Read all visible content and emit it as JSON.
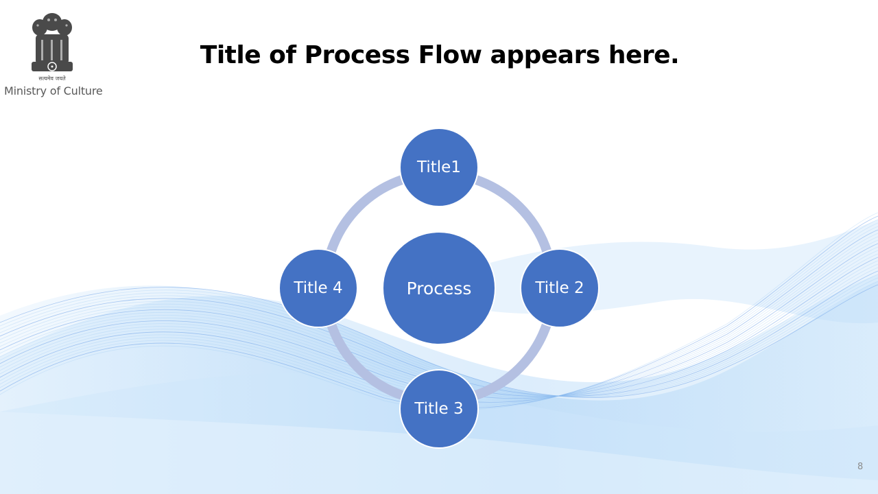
{
  "header": {
    "org_name": "Ministry of Culture",
    "emblem_motto": "सत्यमेव जयते",
    "emblem_icon": "national-emblem-icon"
  },
  "slide": {
    "title": "Title of Process Flow appears here.",
    "page_number": "8"
  },
  "diagram": {
    "type": "cycle",
    "center": "Process",
    "nodes": [
      "Title1",
      "Title 2",
      "Title 3",
      "Title 4"
    ]
  },
  "colors": {
    "node_fill": "#4472c4",
    "ring": "#b4c0e2",
    "wave": "#3d8fe0"
  }
}
